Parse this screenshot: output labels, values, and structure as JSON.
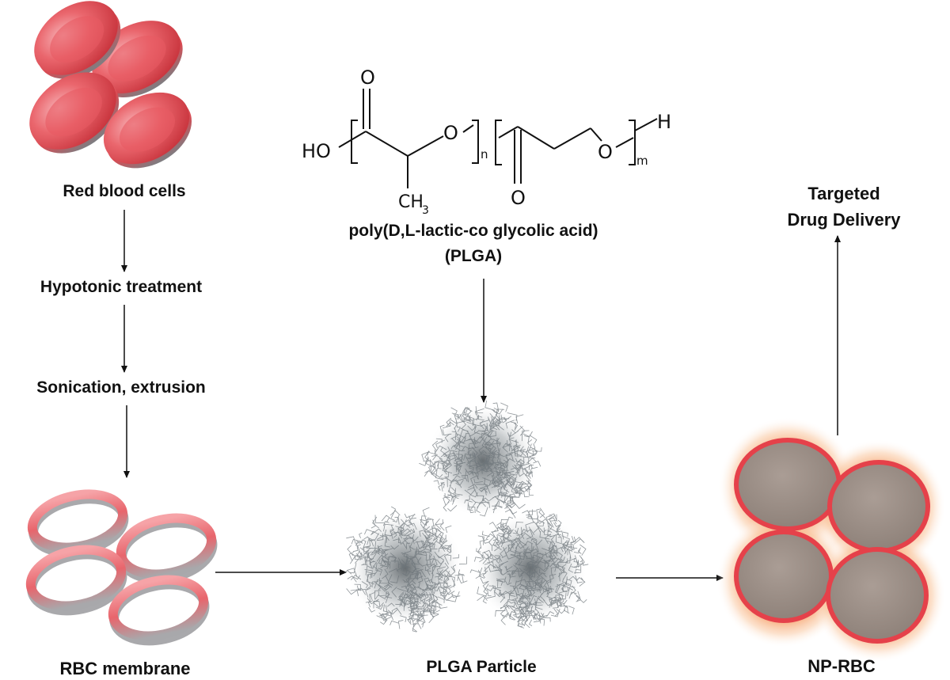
{
  "labels": {
    "rbc": "Red blood cells",
    "hypotonic": "Hypotonic treatment",
    "sonication": "Sonication, extrusion",
    "rbc_membrane": "RBC membrane",
    "plga_name": "poly(D,L-lactic-co glycolic acid)",
    "plga_abbr": "(PLGA)",
    "plga_particle": "PLGA Particle",
    "np_rbc": "NP-RBC",
    "targeted_1": "Targeted",
    "targeted_2": "Drug Delivery"
  },
  "chem": {
    "ho": "HO",
    "o1": "O",
    "o2": "O",
    "o3": "O",
    "o4": "O",
    "n": "n",
    "m": "m",
    "h": "H",
    "ch3_c": "CH",
    "ch3_3": "3"
  },
  "colors": {
    "rbc_red": "#e8555d",
    "membrane_red": "#ee7b80",
    "core_gray": "#9b8e86",
    "glow": "#f5b27e",
    "mesh": "#6b7378"
  }
}
